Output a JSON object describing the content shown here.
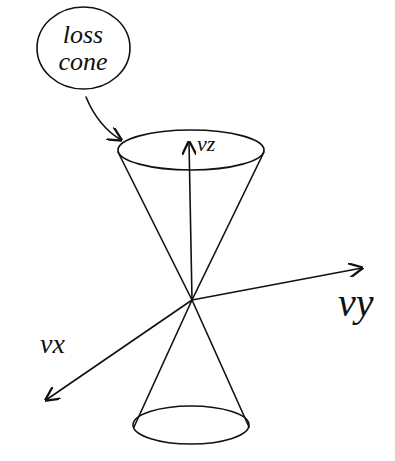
{
  "diagram": {
    "nodes": [
      {
        "text": [
          "loss cone"
        ]
      }
    ],
    "labels": [
      "vz",
      "vx",
      "vy"
    ]
  }
}
